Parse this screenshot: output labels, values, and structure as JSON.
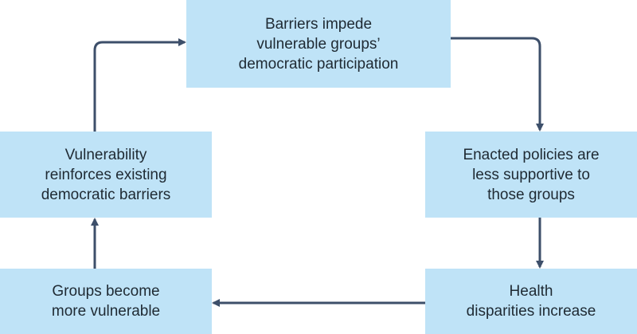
{
  "diagram": {
    "nodes": [
      {
        "id": "n-top",
        "label": "Barriers impede\nvulnerable groups’\ndemocratic participation"
      },
      {
        "id": "n-right",
        "label": "Enacted policies are\nless supportive to\nthose groups"
      },
      {
        "id": "n-br",
        "label": "Health\ndisparities increase"
      },
      {
        "id": "n-bl",
        "label": "Groups become\nmore vulnerable"
      },
      {
        "id": "n-left",
        "label": "Vulnerability\nreinforces existing\ndemocratic barriers"
      }
    ],
    "edges": [
      {
        "from": "n-top",
        "to": "n-right"
      },
      {
        "from": "n-right",
        "to": "n-br"
      },
      {
        "from": "n-br",
        "to": "n-bl"
      },
      {
        "from": "n-bl",
        "to": "n-left"
      },
      {
        "from": "n-left",
        "to": "n-top"
      }
    ]
  },
  "colors": {
    "node_fill": "#bfe3f7",
    "arrow": "#3d4f6a",
    "text": "#1f2a33"
  }
}
